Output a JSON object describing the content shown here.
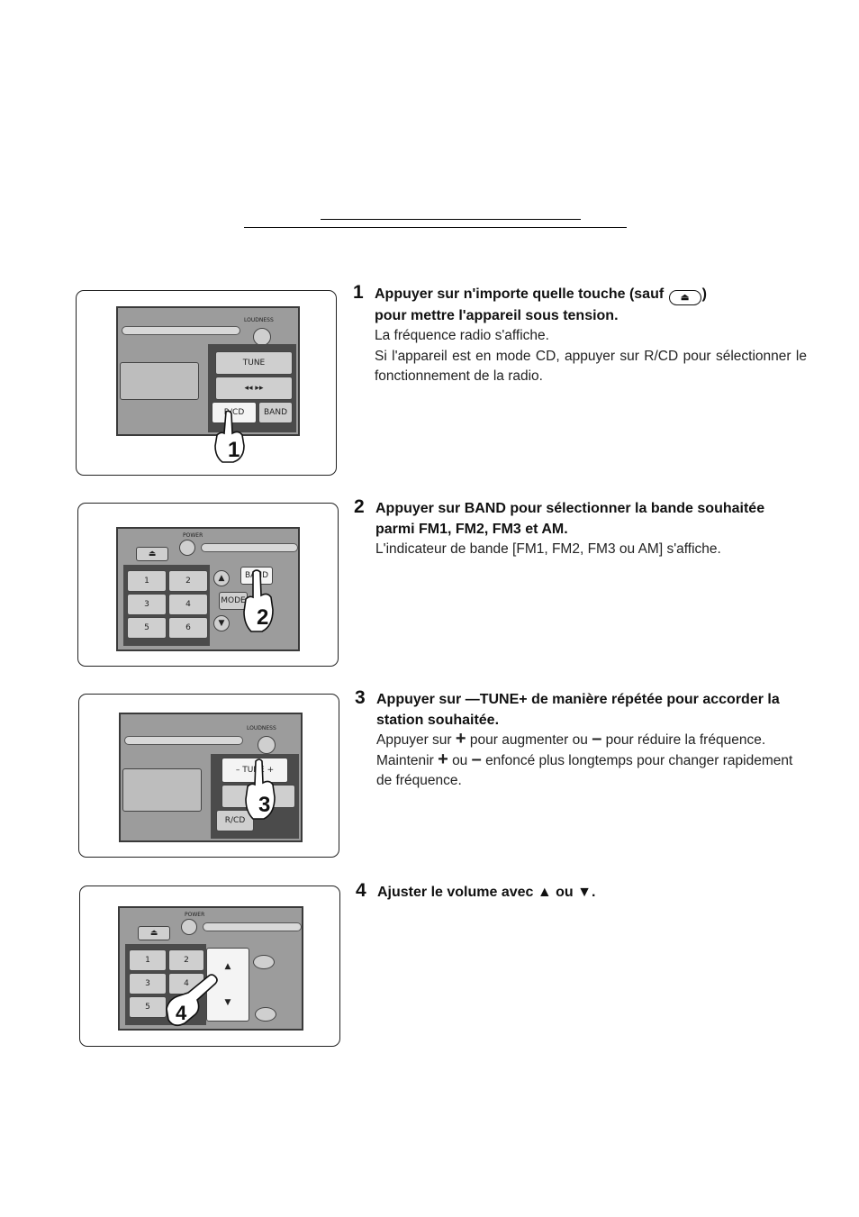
{
  "steps": [
    {
      "number": "1",
      "title_a": "Appuyer sur n'importe quelle touche (sauf",
      "title_b": ")",
      "title_c": "pour mettre l'appareil sous tension.",
      "eject_icon": "eject-icon",
      "body": [
        "La fréquence radio s'affiche.",
        "Si l'appareil est en mode CD, appuyer sur R/CD pour sélectionner le fonctionnement de la radio."
      ],
      "illustration": {
        "callout": "1",
        "button_label": "R/CD",
        "top_label": "LOUDNESS",
        "tune_label": "TUNE",
        "band_label": "BAND"
      }
    },
    {
      "number": "2",
      "title": "Appuyer sur BAND pour sélectionner la bande souhaitée parmi FM1, FM2, FM3 et AM.",
      "body": [
        "L'indicateur de bande [FM1, FM2, FM3 ou AM] s'affiche."
      ],
      "illustration": {
        "callout": "2",
        "power_label": "POWER",
        "button_label": "BAND",
        "preset_labels": [
          "1",
          "2",
          "3",
          "4",
          "5",
          "6"
        ],
        "mode_label": "MODE"
      }
    },
    {
      "number": "3",
      "title_a": "Appuyer sur",
      "title_tune": "—TUNE+",
      "title_b": "de manière répétée pour accorder la station souhaitée.",
      "body_a1": "Appuyer sur",
      "plus": "+",
      "body_a2": "pour augmenter ou",
      "minus": "–",
      "body_a3": "pour réduire la fréquence.",
      "body_b1": "Maintenir",
      "body_b2": "ou",
      "body_b3": "enfoncé plus longtemps pour changer rapidement de fréquence.",
      "illustration": {
        "callout": "3",
        "tune_label": "– TUNE +",
        "top_label": "LOUDNESS",
        "button_label": "R/CD"
      }
    },
    {
      "number": "4",
      "title": "Ajuster le volume avec ▲ ou ▼.",
      "body": [],
      "illustration": {
        "callout": "4",
        "power_label": "POWER",
        "preset_labels": [
          "1",
          "2",
          "3",
          "4",
          "5"
        ],
        "up": "▲",
        "down": "▼"
      }
    }
  ]
}
